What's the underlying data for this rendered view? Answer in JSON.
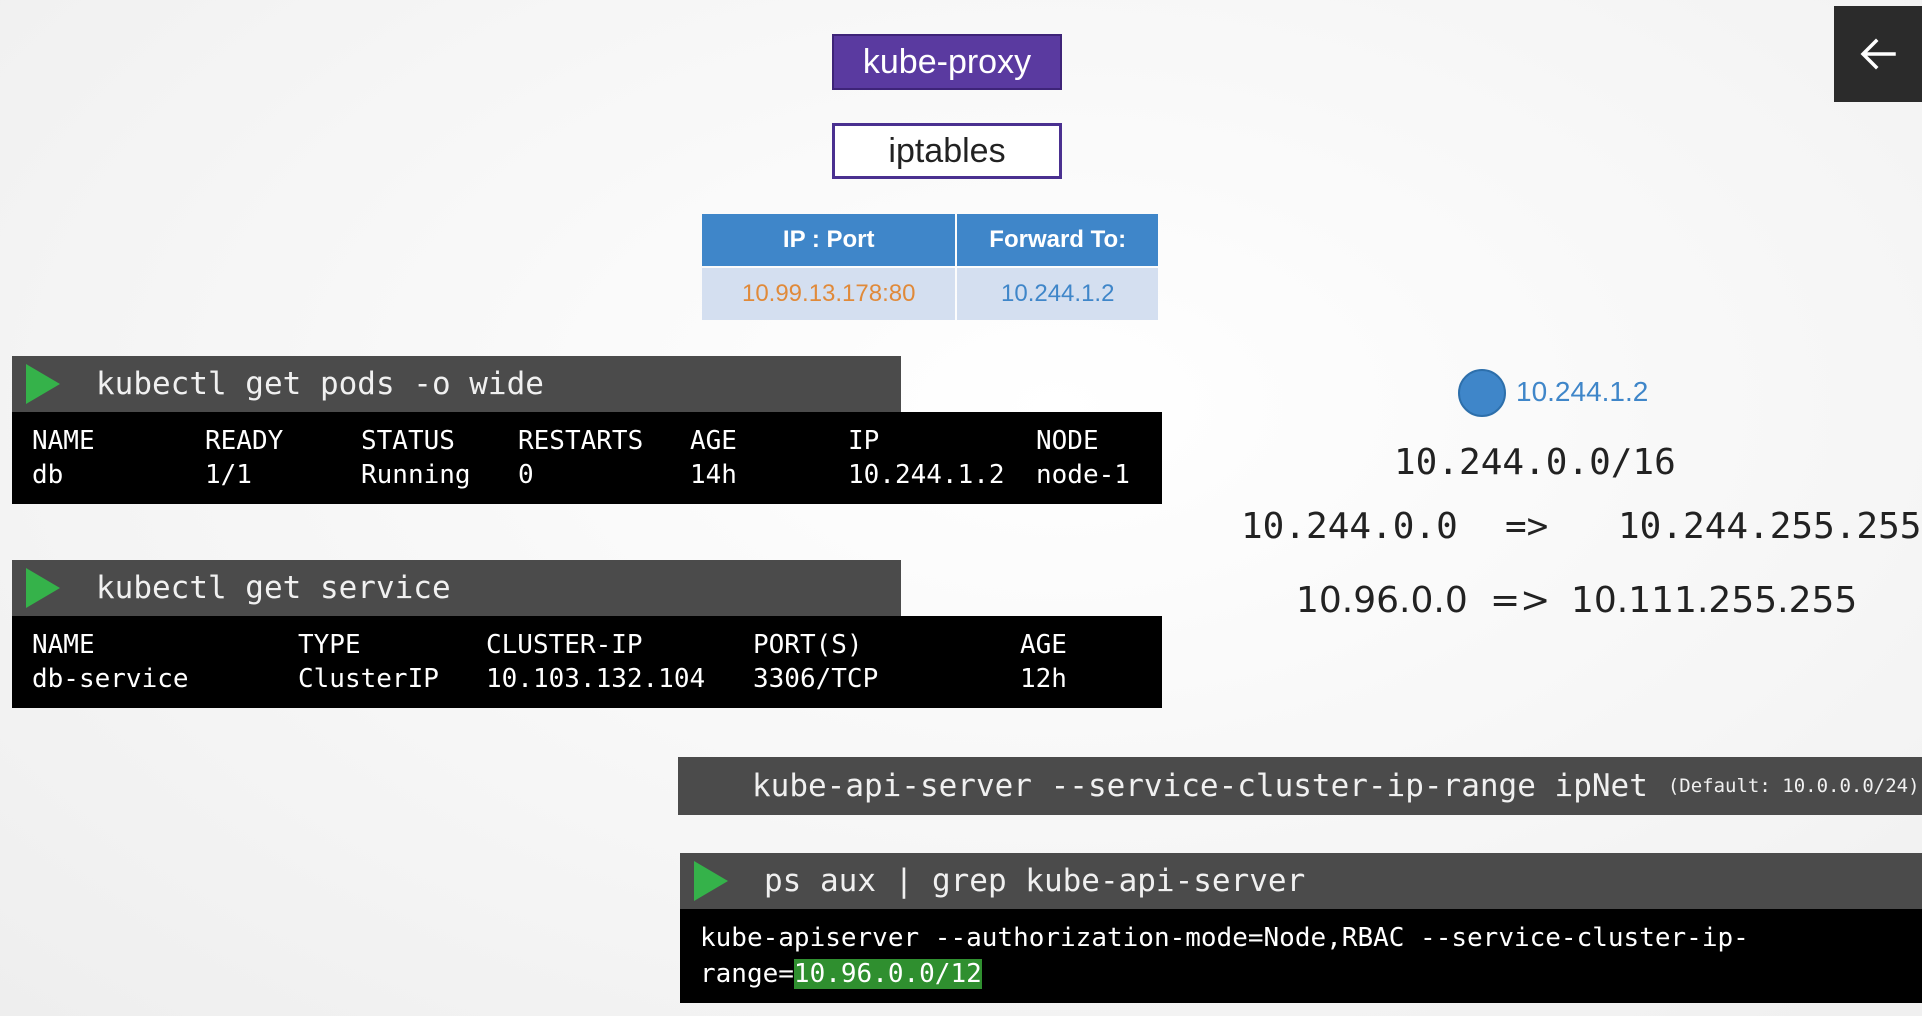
{
  "top": {
    "kube_proxy": "kube-proxy",
    "iptables": "iptables"
  },
  "ip_table": {
    "headers": [
      "IP : Port",
      "Forward To:"
    ],
    "row": [
      "10.99.13.178:80",
      "10.244.1.2"
    ]
  },
  "pods": {
    "command": "kubectl get pods -o wide",
    "headers": [
      "NAME",
      "READY",
      "STATUS",
      "RESTARTS",
      "AGE",
      "IP",
      "NODE"
    ],
    "row": [
      "db",
      "1/1",
      "Running",
      "0",
      "14h",
      "10.244.1.2",
      "node-1"
    ]
  },
  "service": {
    "command": "kubectl get service",
    "headers": [
      "NAME",
      "TYPE",
      "CLUSTER-IP",
      "PORT(S)",
      "AGE"
    ],
    "row": [
      "db-service",
      "ClusterIP",
      "10.103.132.104",
      "3306/TCP",
      "12h"
    ]
  },
  "right": {
    "pod_ip": "10.244.1.2",
    "pod_cidr": "10.244.0.0/16",
    "pod_range_start": "10.244.0.0",
    "pod_range_arrow": "=>",
    "pod_range_end": "10.244.255.255",
    "svc_range_start": "10.96.0.0",
    "svc_range_arrow": "=>",
    "svc_range_end": "10.111.255.255"
  },
  "api_server": {
    "flag_line": "kube-api-server --service-cluster-ip-range ipNet",
    "default_note": "(Default: 10.0.0.0/24)"
  },
  "ps": {
    "command": "ps aux | grep kube-api-server",
    "line1": "kube-apiserver --authorization-mode=Node,RBAC --service-cluster-ip-",
    "line2_prefix": "range=",
    "line2_highlight": "10.96.0.0/12"
  },
  "icons": {
    "back": "arrow-left-icon",
    "run": "play-icon"
  },
  "colors": {
    "accent_purple": "#5a3aa0",
    "table_header": "#3f86c9",
    "run_green": "#35b24a",
    "highlight": "#2f8f2f"
  }
}
